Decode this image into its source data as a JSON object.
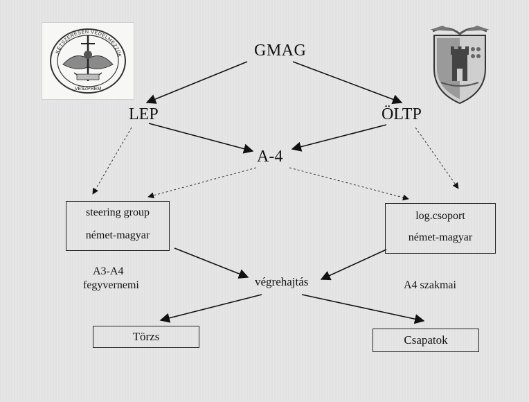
{
  "nodes": {
    "gmag": "GMAG",
    "lep": "LEP",
    "oltp": "ÖLTP",
    "a4": "A-4",
    "steering_line1": "steering group",
    "steering_line2": "német-magyar",
    "log_line1": "log.csoport",
    "log_line2": "német-magyar",
    "a3a4_line1": "A3-A4",
    "a3a4_line2": "fegyvernemi",
    "vegrehajtas": "végrehajtás",
    "a4_szakmai": "A4 szakmai",
    "torzs": "Törzs",
    "csapatok": "Csapatok"
  },
  "logos": {
    "left_emblem_text": "KÉTSZERESEN VÉDELMEZZÜK VESZPRÉM",
    "left_icon": "circular-seal-emblem",
    "right_icon": "coat-of-arms-shield"
  },
  "colors": {
    "background": "#e6e6e6",
    "ink": "#111111"
  }
}
